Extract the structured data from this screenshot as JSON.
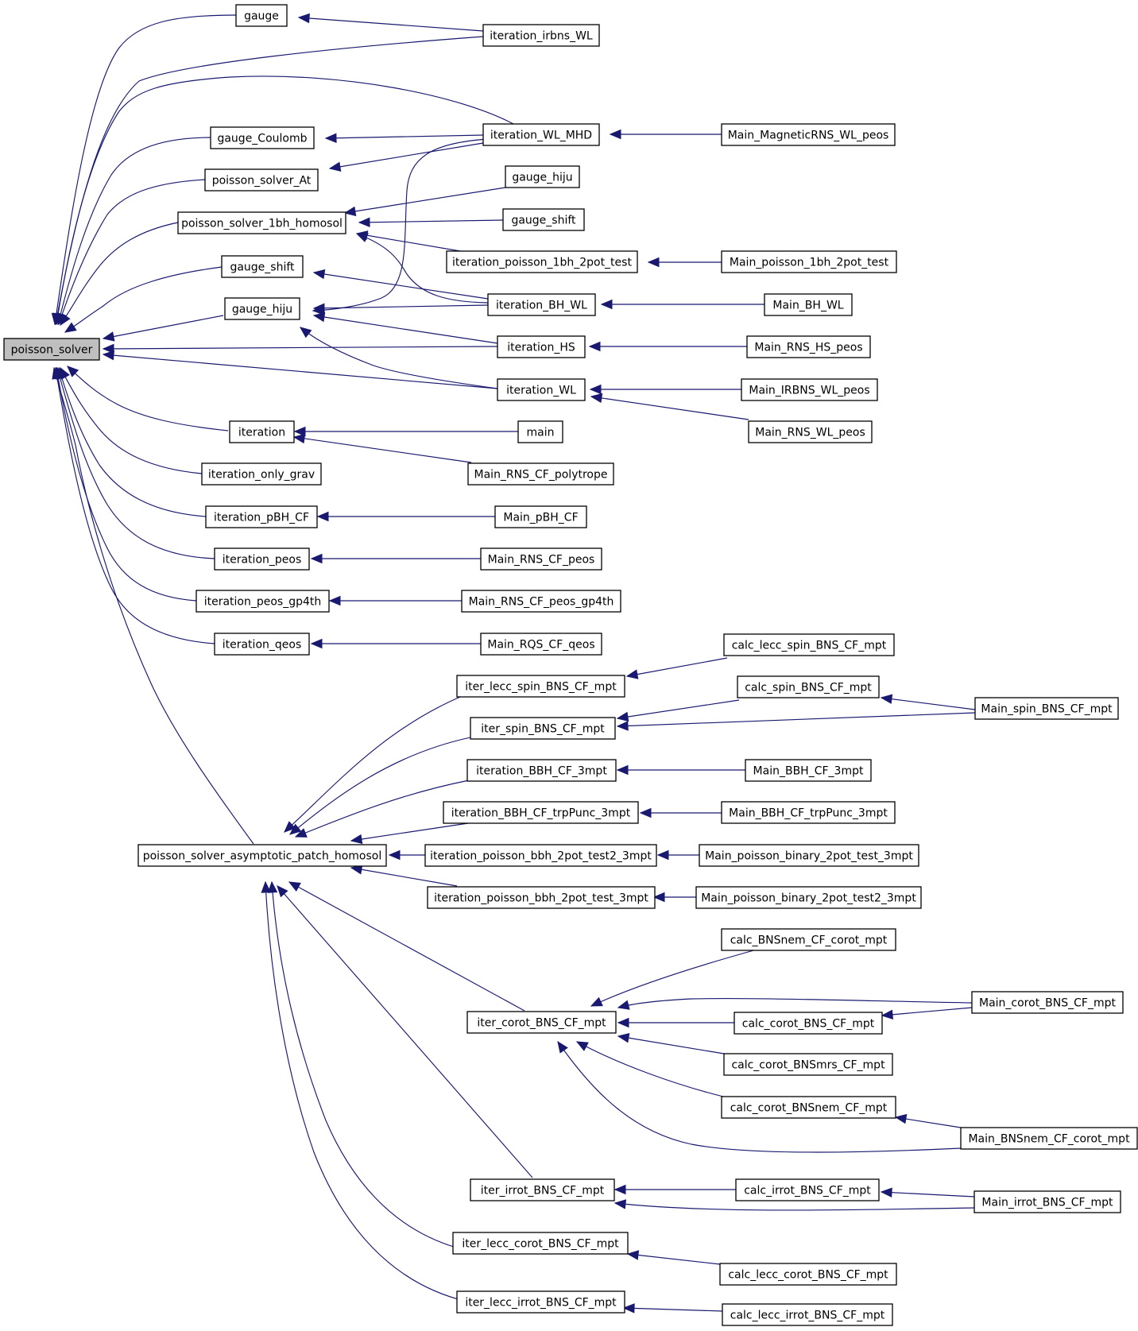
{
  "nodes": {
    "poisson_solver": "poisson_solver",
    "gauge": "gauge",
    "iteration_irbns_WL": "iteration_irbns_WL",
    "iteration_WL_MHD": "iteration_WL_MHD",
    "Main_MagneticRNS_WL_peos": "Main_MagneticRNS_WL_peos",
    "gauge_Coulomb": "gauge_Coulomb",
    "poisson_solver_At": "poisson_solver_At",
    "gauge_hiju_top": "gauge_hiju",
    "gauge_shift_top": "gauge_shift",
    "poisson_solver_1bh_homosol": "poisson_solver_1bh_homosol",
    "iteration_poisson_1bh_2pot_test": "iteration_poisson_1bh_2pot_test",
    "Main_poisson_1bh_2pot_test": "Main_poisson_1bh_2pot_test",
    "gauge_shift": "gauge_shift",
    "iteration_BH_WL": "iteration_BH_WL",
    "Main_BH_WL": "Main_BH_WL",
    "gauge_hiju": "gauge_hiju",
    "iteration_HS": "iteration_HS",
    "Main_RNS_HS_peos": "Main_RNS_HS_peos",
    "iteration_WL": "iteration_WL",
    "Main_IRBNS_WL_peos": "Main_IRBNS_WL_peos",
    "Main_RNS_WL_peos": "Main_RNS_WL_peos",
    "iteration": "iteration",
    "main": "main",
    "Main_RNS_CF_polytrope": "Main_RNS_CF_polytrope",
    "iteration_only_grav": "iteration_only_grav",
    "iteration_pBH_CF": "iteration_pBH_CF",
    "Main_pBH_CF": "Main_pBH_CF",
    "iteration_peos": "iteration_peos",
    "Main_RNS_CF_peos": "Main_RNS_CF_peos",
    "iteration_peos_gp4th": "iteration_peos_gp4th",
    "Main_RNS_CF_peos_gp4th": "Main_RNS_CF_peos_gp4th",
    "iteration_qeos": "iteration_qeos",
    "Main_RQS_CF_qeos": "Main_RQS_CF_qeos",
    "calc_lecc_spin_BNS_CF_mpt": "calc_lecc_spin_BNS_CF_mpt",
    "iter_lecc_spin_BNS_CF_mpt": "iter_lecc_spin_BNS_CF_mpt",
    "calc_spin_BNS_CF_mpt": "calc_spin_BNS_CF_mpt",
    "Main_spin_BNS_CF_mpt": "Main_spin_BNS_CF_mpt",
    "iter_spin_BNS_CF_mpt": "iter_spin_BNS_CF_mpt",
    "iteration_BBH_CF_3mpt": "iteration_BBH_CF_3mpt",
    "Main_BBH_CF_3mpt": "Main_BBH_CF_3mpt",
    "iteration_BBH_CF_trpPunc_3mpt": "iteration_BBH_CF_trpPunc_3mpt",
    "Main_BBH_CF_trpPunc_3mpt": "Main_BBH_CF_trpPunc_3mpt",
    "poisson_solver_asymptotic_patch_homosol": "poisson_solver_asymptotic_patch_homosol",
    "iteration_poisson_bbh_2pot_test2_3mpt": "iteration_poisson_bbh_2pot_test2_3mpt",
    "Main_poisson_binary_2pot_test_3mpt": "Main_poisson_binary_2pot_test_3mpt",
    "iteration_poisson_bbh_2pot_test_3mpt": "iteration_poisson_bbh_2pot_test_3mpt",
    "Main_poisson_binary_2pot_test2_3mpt": "Main_poisson_binary_2pot_test2_3mpt",
    "calc_BNSnem_CF_corot_mpt": "calc_BNSnem_CF_corot_mpt",
    "Main_corot_BNS_CF_mpt": "Main_corot_BNS_CF_mpt",
    "iter_corot_BNS_CF_mpt": "iter_corot_BNS_CF_mpt",
    "calc_corot_BNS_CF_mpt": "calc_corot_BNS_CF_mpt",
    "calc_corot_BNSmrs_CF_mpt": "calc_corot_BNSmrs_CF_mpt",
    "calc_corot_BNSnem_CF_mpt": "calc_corot_BNSnem_CF_mpt",
    "Main_BNSnem_CF_corot_mpt": "Main_BNSnem_CF_corot_mpt",
    "iter_irrot_BNS_CF_mpt": "iter_irrot_BNS_CF_mpt",
    "calc_irrot_BNS_CF_mpt": "calc_irrot_BNS_CF_mpt",
    "Main_irrot_BNS_CF_mpt": "Main_irrot_BNS_CF_mpt",
    "iter_lecc_corot_BNS_CF_mpt": "iter_lecc_corot_BNS_CF_mpt",
    "calc_lecc_corot_BNS_CF_mpt": "calc_lecc_corot_BNS_CF_mpt",
    "iter_lecc_irrot_BNS_CF_mpt": "iter_lecc_irrot_BNS_CF_mpt",
    "calc_lecc_irrot_BNS_CF_mpt": "calc_lecc_irrot_BNS_CF_mpt"
  },
  "colors": {
    "edge": "#191970",
    "root_fill": "#bfbfbf",
    "node_fill": "#ffffff",
    "node_border": "#000000"
  }
}
